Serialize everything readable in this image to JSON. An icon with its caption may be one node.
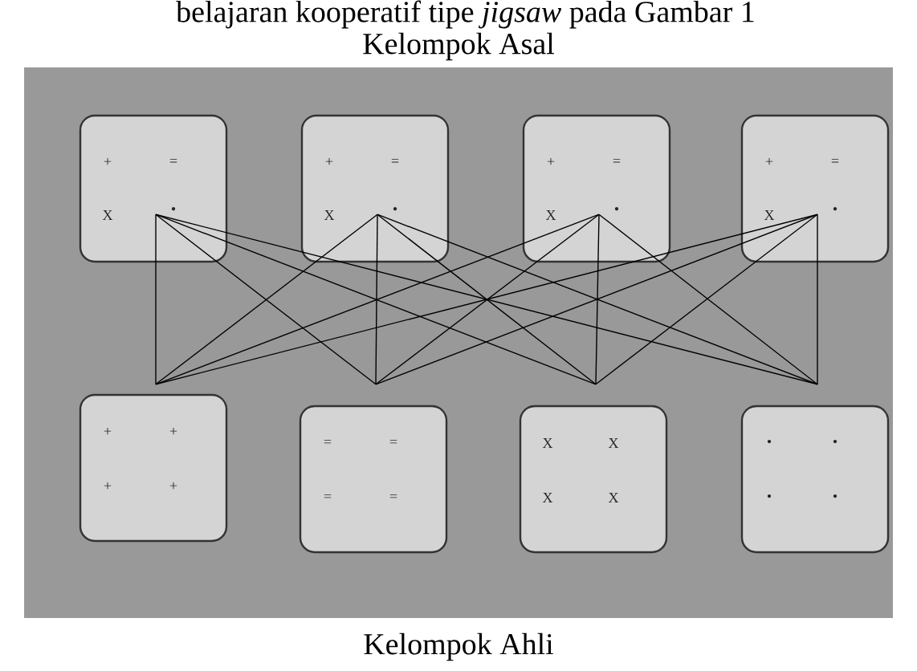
{
  "diagram": {
    "title": "Kelompok Asal",
    "caption": "Kelompok Ahli",
    "nodes": [
      {
        "text": [
          "+",
          "=",
          "X",
          "•"
        ]
      },
      {
        "text": [
          "+",
          "=",
          "X",
          "•"
        ]
      },
      {
        "text": [
          "+",
          "=",
          "X",
          "•"
        ]
      },
      {
        "text": [
          "+",
          "=",
          "X",
          "•"
        ]
      },
      {
        "text": [
          "+",
          "+",
          "+",
          "+"
        ]
      },
      {
        "text": [
          "=",
          "=",
          "=",
          "="
        ]
      },
      {
        "text": [
          "X",
          "X",
          "X",
          "X"
        ]
      },
      {
        "text": [
          "•",
          "•",
          "•",
          "•"
        ]
      }
    ],
    "edges": [
      {
        "from": 0,
        "to": 4,
        "arrow": "none"
      },
      {
        "from": 0,
        "to": 5,
        "arrow": "none"
      },
      {
        "from": 0,
        "to": 6,
        "arrow": "none"
      },
      {
        "from": 0,
        "to": 7,
        "arrow": "none"
      },
      {
        "from": 1,
        "to": 4,
        "arrow": "none"
      },
      {
        "from": 1,
        "to": 5,
        "arrow": "none"
      },
      {
        "from": 1,
        "to": 6,
        "arrow": "none"
      },
      {
        "from": 1,
        "to": 7,
        "arrow": "none"
      },
      {
        "from": 2,
        "to": 4,
        "arrow": "none"
      },
      {
        "from": 2,
        "to": 5,
        "arrow": "none"
      },
      {
        "from": 2,
        "to": 6,
        "arrow": "none"
      },
      {
        "from": 2,
        "to": 7,
        "arrow": "none"
      },
      {
        "from": 3,
        "to": 4,
        "arrow": "none"
      },
      {
        "from": 3,
        "to": 5,
        "arrow": "none"
      },
      {
        "from": 3,
        "to": 6,
        "arrow": "none"
      },
      {
        "from": 3,
        "to": 7,
        "arrow": "none"
      }
    ],
    "labels": [
      "belajaran kooperatif tipe *jigsaw* pada Gambar 1"
    ]
  }
}
